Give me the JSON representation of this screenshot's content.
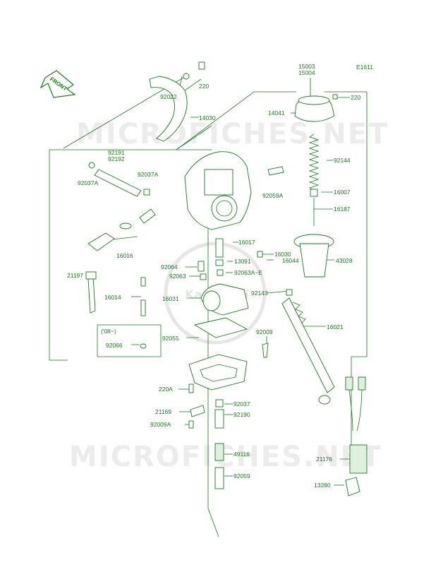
{
  "diagram_code": "E1611",
  "front_label": "FRONT",
  "watermark": {
    "text_top": "MICROFICHES.NET",
    "text_bottom": "MICROFICHES.NET",
    "badge": "Kawasaki"
  },
  "note_08": "('08~)",
  "labels": {
    "p15003": "15003",
    "p15004": "15004",
    "p220_top": "220",
    "p92022": "92022",
    "p14030": "14030",
    "p220_right": "220",
    "p14041": "14041",
    "p92191": "92191",
    "p92192": "92192",
    "p92037A_l": "92037A",
    "p92037A_r": "92037A",
    "p92144": "92144",
    "p92059A": "92059A",
    "p16007": "16007",
    "p16187": "16187",
    "p16016": "16016",
    "p16017": "16017",
    "p16030": "16030",
    "p16044": "16044",
    "p43028": "43028",
    "p92064": "92064",
    "p13091": "13091",
    "p92063": "92063",
    "p92063AE": "92063A~E",
    "p21197": "21197",
    "p92143": "92143",
    "p16014": "16014",
    "p16031": "16031",
    "p16021": "16021",
    "p92009": "92009",
    "p92055": "92055",
    "p92066": "92066",
    "p220A": "220A",
    "p92037": "92037",
    "p21169": "21169",
    "p92190": "92190",
    "p92009A": "92009A",
    "p49116": "49116",
    "p21176": "21176",
    "p92059": "92059",
    "p13280": "13280"
  }
}
